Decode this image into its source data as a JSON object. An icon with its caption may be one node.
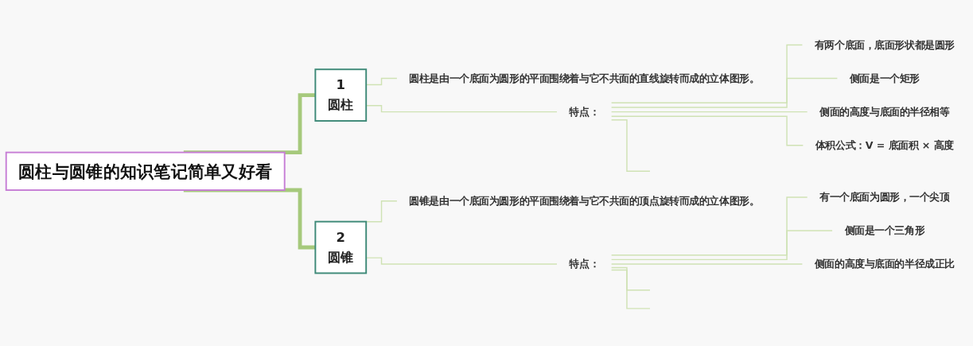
{
  "diagram": {
    "nodes": [
      {
        "text": [
          "圆柱与圆锥的知识笔记简单又好看"
        ]
      },
      {
        "text": [
          "1",
          "圆柱"
        ]
      },
      {
        "text": [
          "圆柱是由一个底面为圆形的平面围绕着与它不共面的直线旋转而成的立体图形。"
        ]
      },
      {
        "text": [
          "特点："
        ]
      },
      {
        "text": [
          "有两个底面，底面形状都是圆形"
        ]
      },
      {
        "text": [
          "侧面是一个矩形"
        ]
      },
      {
        "text": [
          "侧面的高度与底面的半径相等"
        ]
      },
      {
        "text": [
          "体积公式：V = 底面积 × 高度"
        ]
      },
      {
        "text": [
          "2",
          "圆锥"
        ]
      },
      {
        "text": [
          "圆锥是由一个底面为圆形的平面围绕着与它不共面的顶点旋转而成的立体图形。"
        ]
      },
      {
        "text": [
          "特点："
        ]
      },
      {
        "text": [
          "有一个底面为圆形，一个尖顶"
        ]
      },
      {
        "text": [
          "侧面是一个三角形"
        ]
      },
      {
        "text": [
          "侧面的高度与底面的半径成正比"
        ]
      }
    ],
    "edges": [
      {
        "from": 0,
        "to": 1,
        "arrow": "none",
        "style": "thick",
        "color": "#a6c97c"
      },
      {
        "from": 1,
        "to": 2,
        "arrow": "none"
      },
      {
        "from": 1,
        "to": 3,
        "arrow": "none"
      },
      {
        "from": 3,
        "to": 4,
        "arrow": "none"
      },
      {
        "from": 3,
        "to": 5,
        "arrow": "none"
      },
      {
        "from": 3,
        "to": 6,
        "arrow": "none"
      },
      {
        "from": 3,
        "to": 7,
        "arrow": "none"
      },
      {
        "from": 3,
        "to": null,
        "arrow": "none"
      },
      {
        "from": 0,
        "to": 8,
        "arrow": "none",
        "style": "thick",
        "color": "#a6c97c"
      },
      {
        "from": 8,
        "to": 9,
        "arrow": "none"
      },
      {
        "from": 8,
        "to": 10,
        "arrow": "none"
      },
      {
        "from": 10,
        "to": 11,
        "arrow": "none"
      },
      {
        "from": 10,
        "to": 12,
        "arrow": "none"
      },
      {
        "from": 10,
        "to": 13,
        "arrow": "none"
      },
      {
        "from": 10,
        "to": null,
        "arrow": "none"
      },
      {
        "from": 10,
        "to": null,
        "arrow": "none"
      }
    ]
  }
}
